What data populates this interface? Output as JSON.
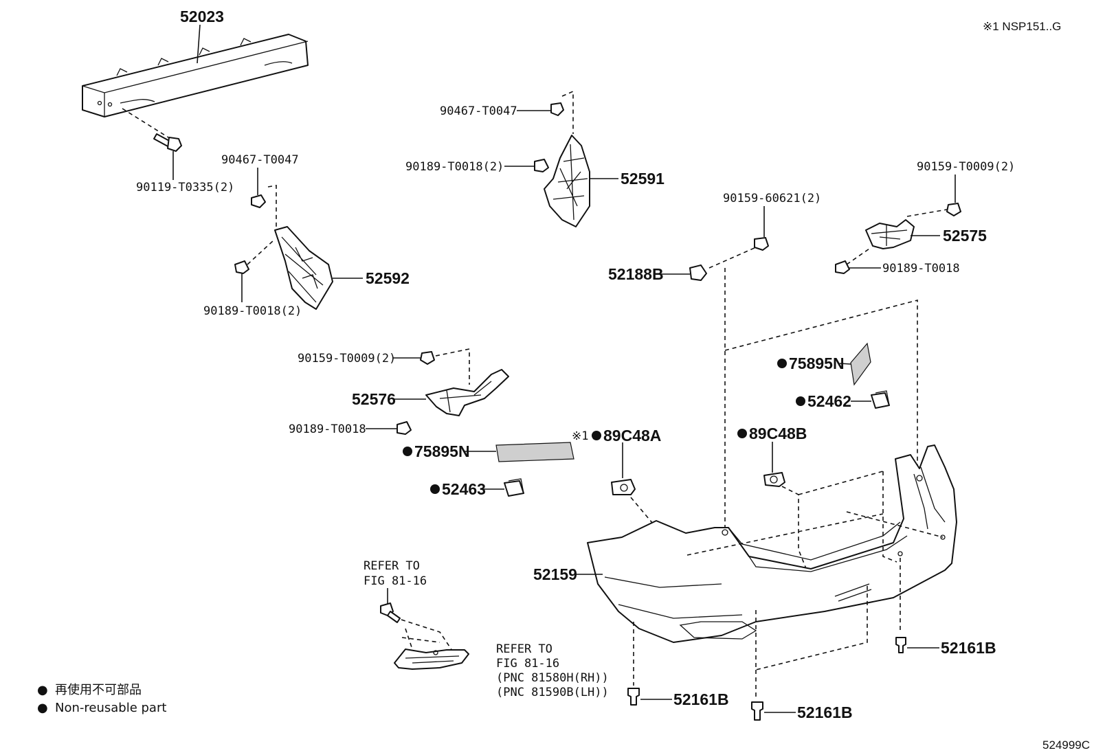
{
  "header": {
    "model_note": "※1 NSP151..G"
  },
  "footer": {
    "figure_code": "524999C"
  },
  "legend": {
    "dot_symbol": "●",
    "line_ja": "再使用不可部品",
    "line_en": "Non-reusable part"
  },
  "parts": {
    "p52023": "52023",
    "p90119_T0335": "90119-T0335(2)",
    "p90467_T0047_a": "90467-T0047",
    "p90189_T0018_a": "90189-T0018(2)",
    "p52592": "52592",
    "p90467_T0047_b": "90467-T0047",
    "p90189_T0018_b": "90189-T0018(2)",
    "p52591": "52591",
    "p90159_60621": "90159-60621(2)",
    "p52188B": "52188B",
    "p90159_T0009_a": "90159-T0009(2)",
    "p52575": "52575",
    "p90189_T0018_c": "90189-T0018",
    "p90159_T0009_b": "90159-T0009(2)",
    "p52576": "52576",
    "p90189_T0018_d": "90189-T0018",
    "p75895N_a": "75895N",
    "p52463": "52463",
    "p89C48A_note": "※1",
    "p89C48A": "89C48A",
    "p89C48B": "89C48B",
    "p75895N_b": "75895N",
    "p52462": "52462",
    "p52159": "52159",
    "p52161B_a": "52161B",
    "p52161B_b": "52161B",
    "p52161B_c": "52161B"
  },
  "references": {
    "fog_bolt_line1": "REFER TO",
    "fog_bolt_line2": "FIG 81-16",
    "fog_lamp_line1": "REFER TO",
    "fog_lamp_line2": "FIG 81-16",
    "fog_lamp_line3": "(PNC 81580H(RH))",
    "fog_lamp_line4": "(PNC 81590B(LH))"
  }
}
